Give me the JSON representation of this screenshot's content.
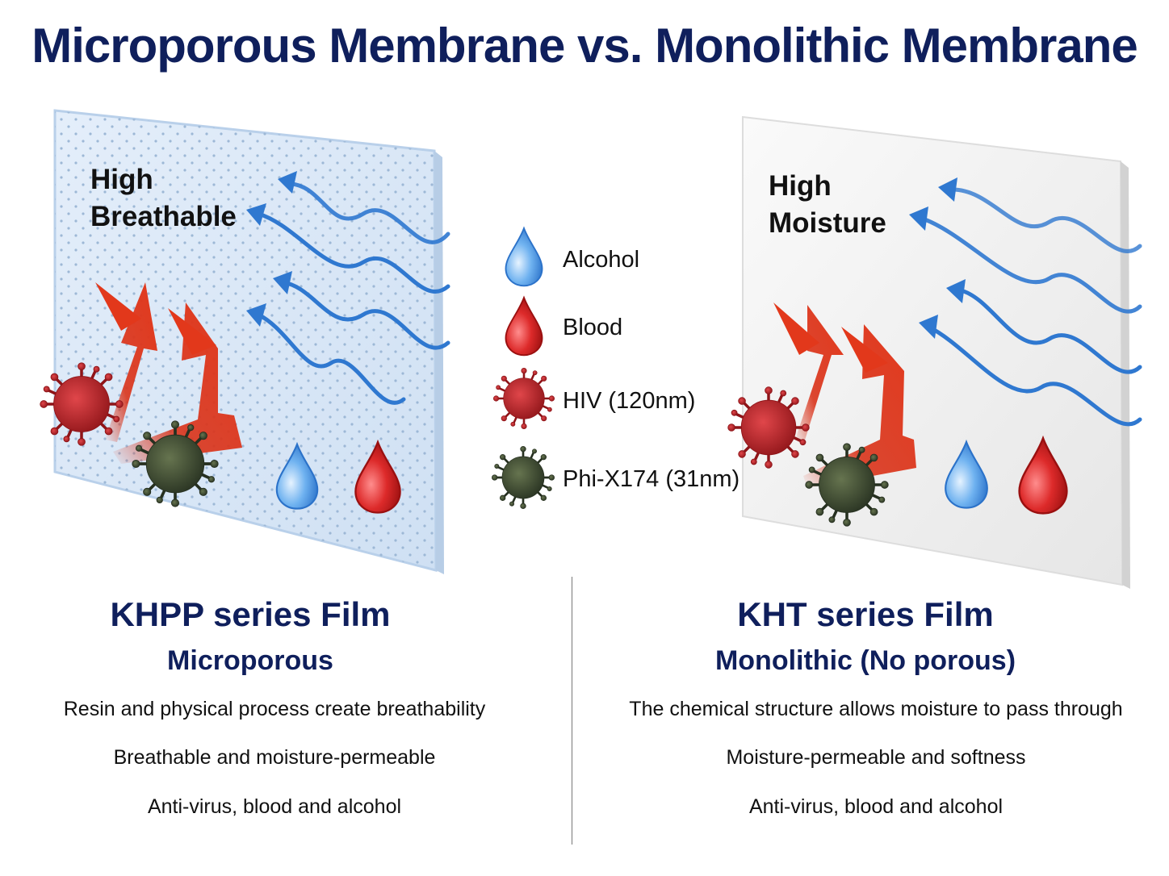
{
  "title": "Microporous Membrane vs. Monolithic Membrane",
  "left_panel": {
    "label_line1": "High",
    "label_line2": "Breathable",
    "film_title": "KHPP series Film",
    "film_subtitle": "Microporous",
    "features": [
      "Resin and physical process create breathability",
      "Breathable and moisture-permeable",
      "Anti-virus, blood and alcohol"
    ]
  },
  "right_panel": {
    "label_line1": "High",
    "label_line2": "Moisture",
    "film_title": "KHT series Film",
    "film_subtitle": "Monolithic (No porous)",
    "features": [
      "The chemical structure allows moisture to pass through",
      "Moisture-permeable and softness",
      "Anti-virus, blood and alcohol"
    ]
  },
  "legend": [
    {
      "label": "Alcohol",
      "icon": "blue-droplet-icon"
    },
    {
      "label": "Blood",
      "icon": "red-droplet-icon"
    },
    {
      "label": "HIV (120nm)",
      "icon": "red-virus-icon"
    },
    {
      "label": "Phi-X174 (31nm)",
      "icon": "dark-virus-icon"
    }
  ],
  "colors": {
    "title": "#0f1f5c",
    "microporous_panel": "#dbe9f8",
    "monolithic_panel": "#f3f3f3",
    "moisture_wave": "#2f78d0",
    "barrier_arrow": "#d9331a",
    "hiv_virus": "#c0252b",
    "phi_virus": "#3c4a34",
    "alcohol_drop": "#4b9be8",
    "blood_drop": "#d21f22"
  }
}
